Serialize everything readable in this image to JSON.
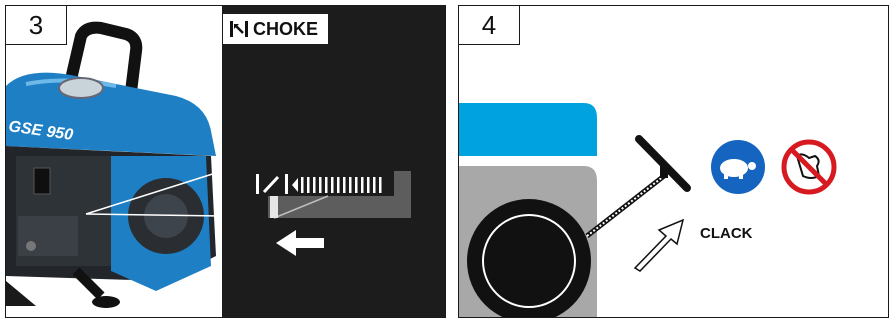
{
  "steps": [
    {
      "number": "3",
      "control_label": "CHOKE"
    },
    {
      "number": "4",
      "sound_label": "CLACK"
    }
  ],
  "generator_badge": "GSE 950",
  "icons": {
    "choke": "choke-symbol-icon",
    "arrow": "arrow-left-icon",
    "handle": "recoil-start-handle-icon",
    "turtle": "turtle-slow-icon",
    "no_jerk": "no-jerking-icon",
    "push_arrow": "outline-arrow-icon"
  },
  "colors": {
    "generator_blue": "#1e7fc4",
    "tank_cyan": "#00a3e0",
    "turtle_blue": "#1565c0",
    "prohibit_red": "#d71920",
    "dark_panel": "#1c1c1c"
  }
}
